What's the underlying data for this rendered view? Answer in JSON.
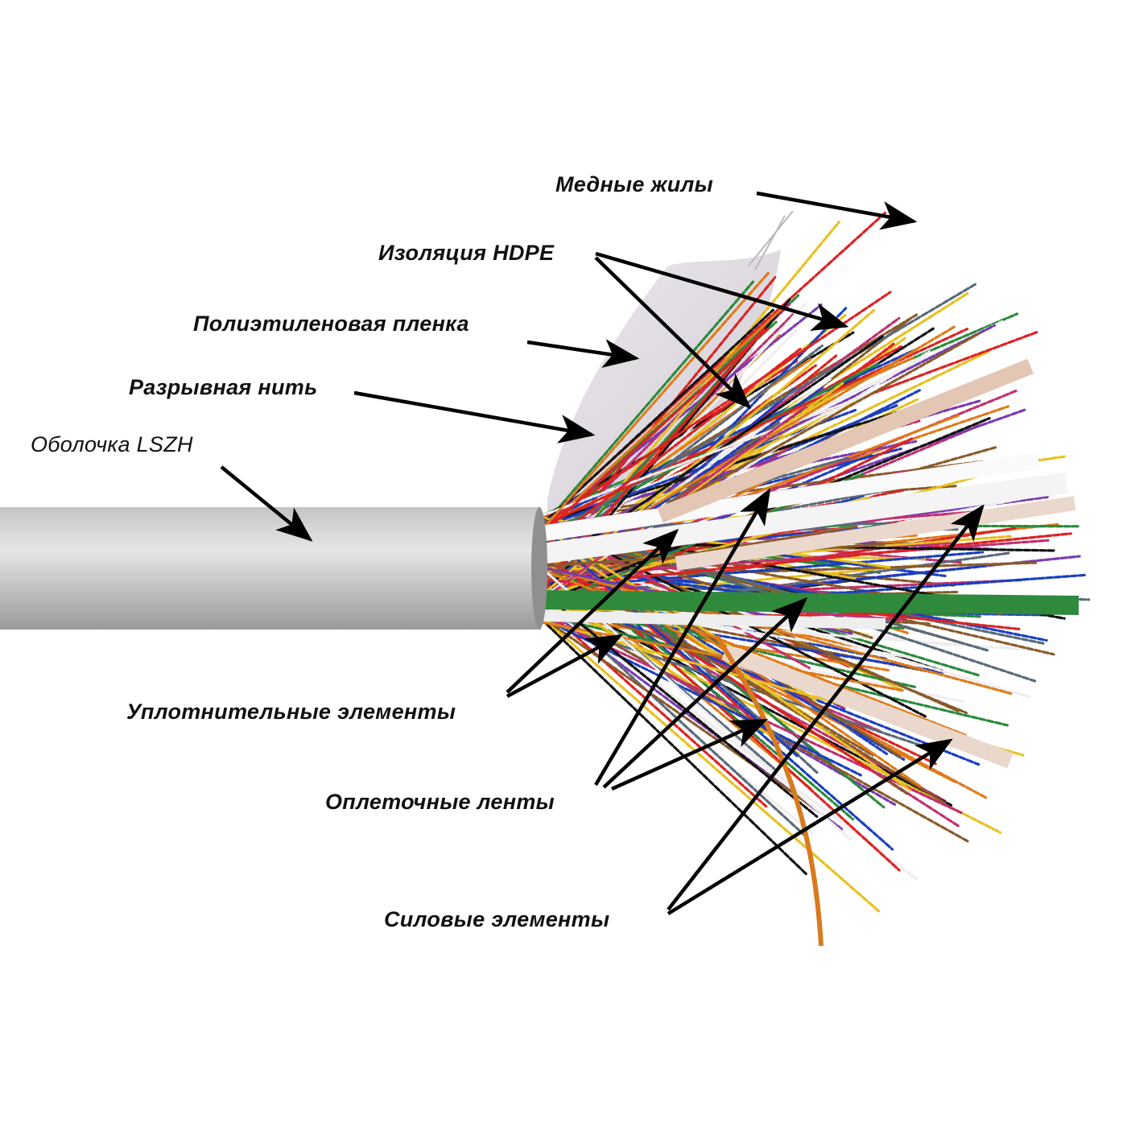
{
  "labels": {
    "copper_cores": "Медные жилы",
    "insulation": "Изоляция HDPE",
    "pe_film": "Полиэтиленовая пленка",
    "rip_cord": "Разрывная нить",
    "jacket": "Оболочка LSZH",
    "filler": "Уплотнительные элементы",
    "binder_tapes": "Оплеточные ленты",
    "strength_members": "Силовые элементы"
  }
}
